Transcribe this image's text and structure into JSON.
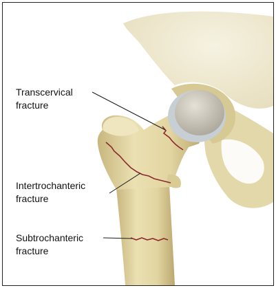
{
  "labels": {
    "transcervical": {
      "line1": "Transcervical",
      "line2": "fracture"
    },
    "intertrochanteric": {
      "line1": "Intertrochanteric",
      "line2": "fracture"
    },
    "subtrochanteric": {
      "line1": "Subtrochanteric",
      "line2": "fracture"
    }
  },
  "colors": {
    "bone": "#e6dcae",
    "bone_shadow": "#c9ba83",
    "pelvis": "#e9e1bf",
    "cartilage": "#c4cdd3",
    "fracture": "#8b2a2a",
    "leader": "#1a1a1a"
  }
}
